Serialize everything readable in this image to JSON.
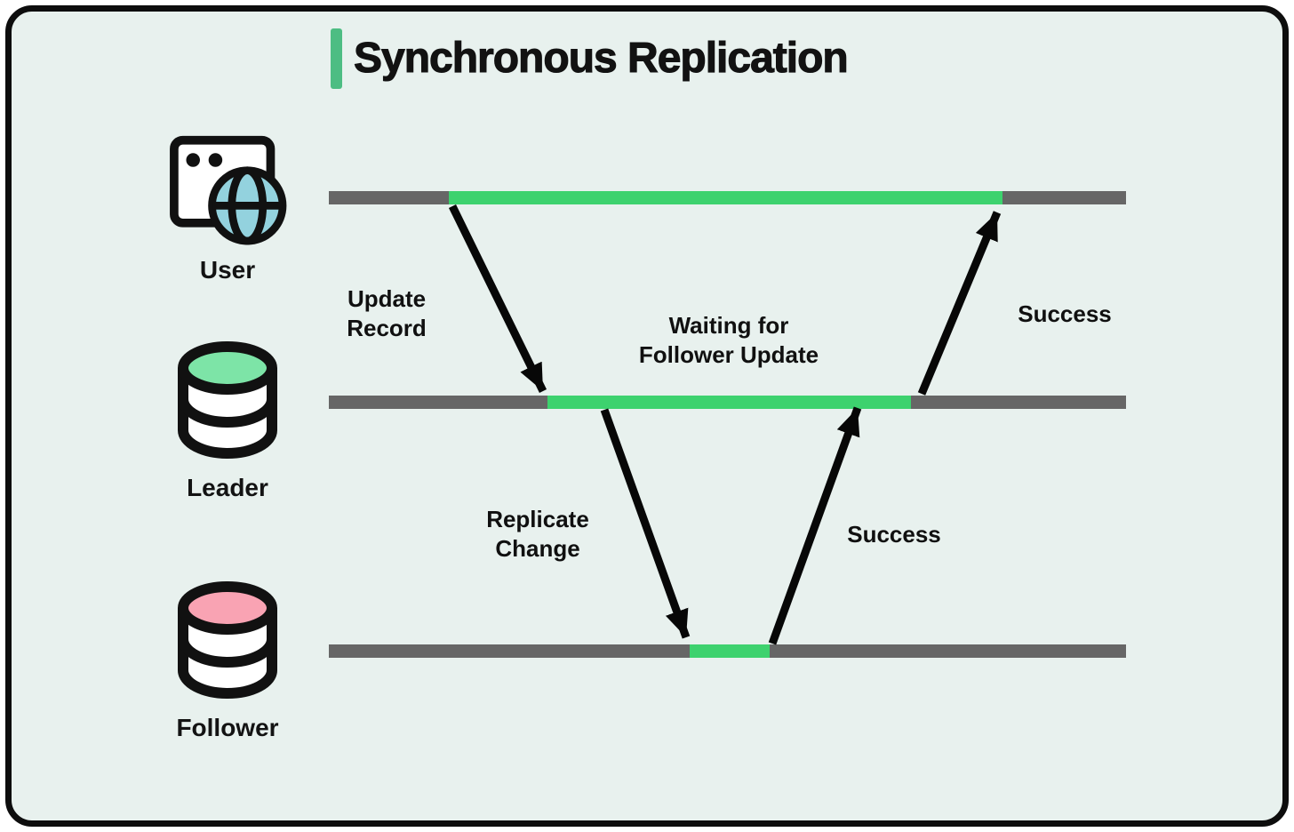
{
  "title": "Synchronous Replication",
  "colors": {
    "card_background": "#e8f1ee",
    "card_border": "#0d0d0d",
    "title_accent_green": "#4dbd83",
    "lane_gray": "#666666",
    "lane_active_green": "#3dd26e",
    "arrow_black": "#070707",
    "icon_outline": "#111111",
    "icon_fill_white": "#ffffff",
    "globe_blue": "#93d2de",
    "leader_disk_green": "#7de4a7",
    "follower_disk_pink": "#f9a3b3"
  },
  "actors": [
    {
      "label": "User",
      "icon": "browser-globe-icon"
    },
    {
      "label": "Leader",
      "icon": "database-icon"
    },
    {
      "label": "Follower",
      "icon": "database-icon"
    }
  ],
  "messages": [
    {
      "label": "Update\nRecord",
      "from": "User",
      "to": "Leader",
      "kind": "request"
    },
    {
      "label": "Waiting for\nFollower Update",
      "from": "Leader",
      "to": "Leader",
      "kind": "wait"
    },
    {
      "label": "Success",
      "from": "Leader",
      "to": "User",
      "kind": "response"
    },
    {
      "label": "Replicate\nChange",
      "from": "Leader",
      "to": "Follower",
      "kind": "request"
    },
    {
      "label": "Success",
      "from": "Follower",
      "to": "Leader",
      "kind": "response"
    }
  ]
}
